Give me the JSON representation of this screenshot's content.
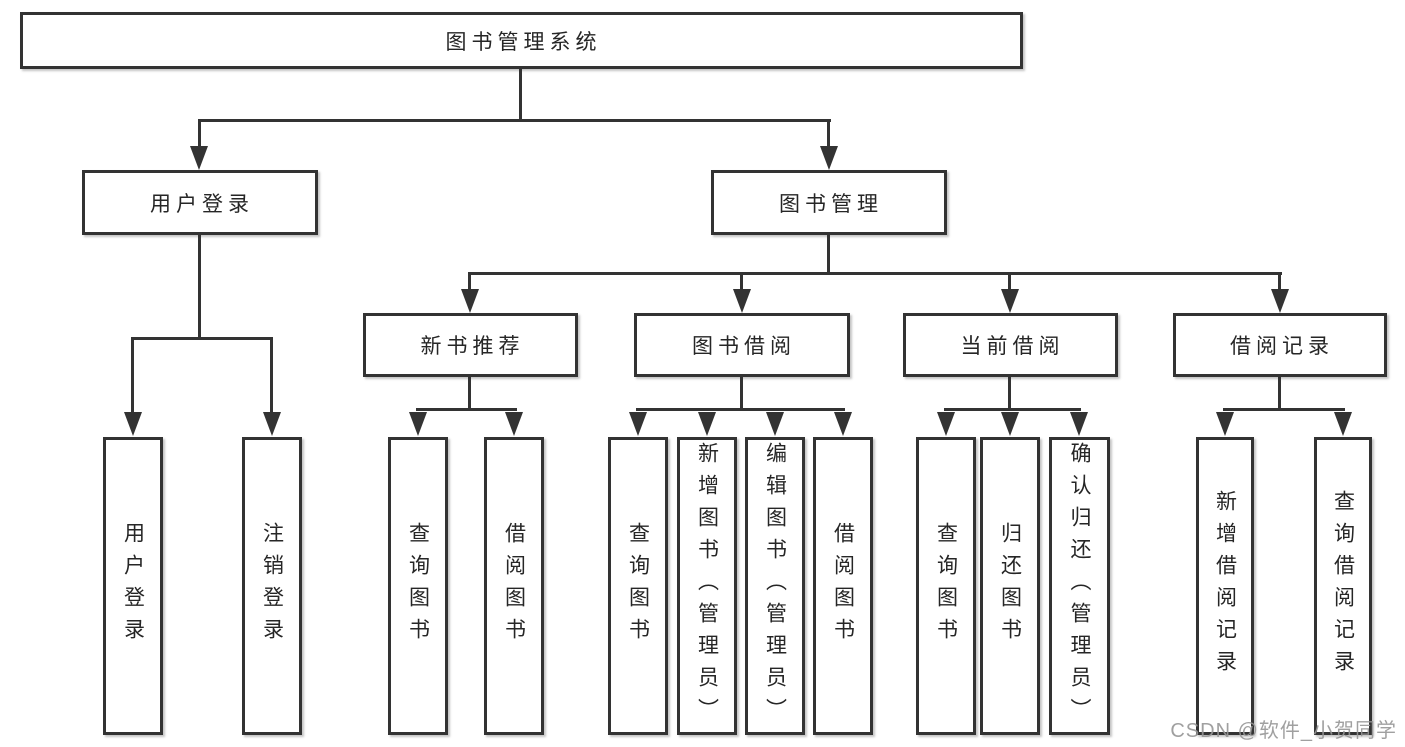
{
  "root": {
    "label": "图书管理系统"
  },
  "level2": [
    {
      "label": "用户登录"
    },
    {
      "label": "图书管理"
    }
  ],
  "level3": [
    {
      "label": "新书推荐",
      "parent": "图书管理"
    },
    {
      "label": "图书借阅",
      "parent": "图书管理"
    },
    {
      "label": "当前借阅",
      "parent": "图书管理"
    },
    {
      "label": "借阅记录",
      "parent": "图书管理"
    }
  ],
  "leaves": [
    {
      "label": "用户登录",
      "parent": "用户登录"
    },
    {
      "label": "注销登录",
      "parent": "用户登录"
    },
    {
      "label": "查询图书",
      "parent": "新书推荐"
    },
    {
      "label": "借阅图书",
      "parent": "新书推荐"
    },
    {
      "label": "查询图书",
      "parent": "图书借阅"
    },
    {
      "label": "新增图书（管理员）",
      "parent": "图书借阅"
    },
    {
      "label": "编辑图书（管理员）",
      "parent": "图书借阅"
    },
    {
      "label": "借阅图书",
      "parent": "图书借阅"
    },
    {
      "label": "查询图书",
      "parent": "当前借阅"
    },
    {
      "label": "归还图书",
      "parent": "当前借阅"
    },
    {
      "label": "确认归还（管理员）",
      "parent": "当前借阅"
    },
    {
      "label": "新增借阅记录",
      "parent": "借阅记录"
    },
    {
      "label": "查询借阅记录",
      "parent": "借阅记录"
    }
  ],
  "watermark": "CSDN @软件_小贺同学",
  "colors": {
    "line": "#333333",
    "text": "#262626",
    "box_background": "#ffffff",
    "watermark": "#969696"
  }
}
